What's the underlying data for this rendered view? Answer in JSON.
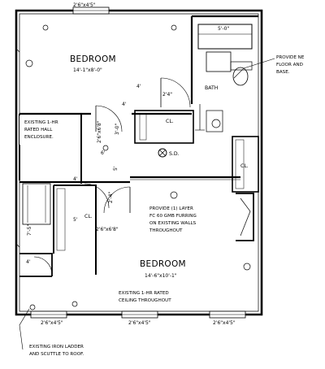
{
  "drawing": {
    "windows": {
      "top": "2'6\"x4'5\"",
      "bottom_left": "2'6\"x4'5\"",
      "bottom_center": "2'6\"x4'5\"",
      "bottom_right": "2'6\"x4'5\""
    },
    "rooms": {
      "bedroom_top": {
        "name": "BEDROOM",
        "dims": "14'-1\"x8'-0\""
      },
      "bedroom_bottom": {
        "name": "BEDROOM",
        "dims": "14'-6\"x10'-1\""
      },
      "bath": "BATH",
      "closet_hall": "CL.",
      "closet_right": "CL.",
      "closet_left": "CL."
    },
    "bath_dim": "5'-0\"",
    "notes": {
      "provide_floor_line1": "PROVIDE NE",
      "provide_floor_line2": "FLOOR AND",
      "provide_floor_line3": "BASE.",
      "hall_line1": "EXISTING 1-HR",
      "hall_line2": "RATED HALL",
      "hall_line3": "ENCLOSURE.",
      "furring_line1": "PROVIDE (1) LAYER",
      "furring_line2": "FC 60 GMB FURRING",
      "furring_line3": "ON EXISTING WALLS",
      "furring_line4": "THROUGHOUT",
      "ceiling_line1": "EXISTING 1-HR RATED",
      "ceiling_line2": "CEILING THROUGHOUT",
      "ladder_line1": "EXISTING IRON LADDER",
      "ladder_line2": "AND SCUTTLE TO ROOF."
    },
    "smoke_detector": "S.D.",
    "door_sizes": {
      "bath_door": "2'4\"",
      "hall_door": "2'6\"x6'8\"",
      "closet_door": "2'6\"x6'8\""
    },
    "misc_dims": {
      "d_3_0": "3'-0\"",
      "d_4_a": "4'",
      "d_4_b": "4'",
      "d_5_a": "5'",
      "d_5_b": "5'",
      "d_6": "6'",
      "d_7_5": "7'-5\"",
      "d_2_4": "2'-4\"",
      "d_4_c": "4'",
      "d_4_d": "4'"
    }
  }
}
